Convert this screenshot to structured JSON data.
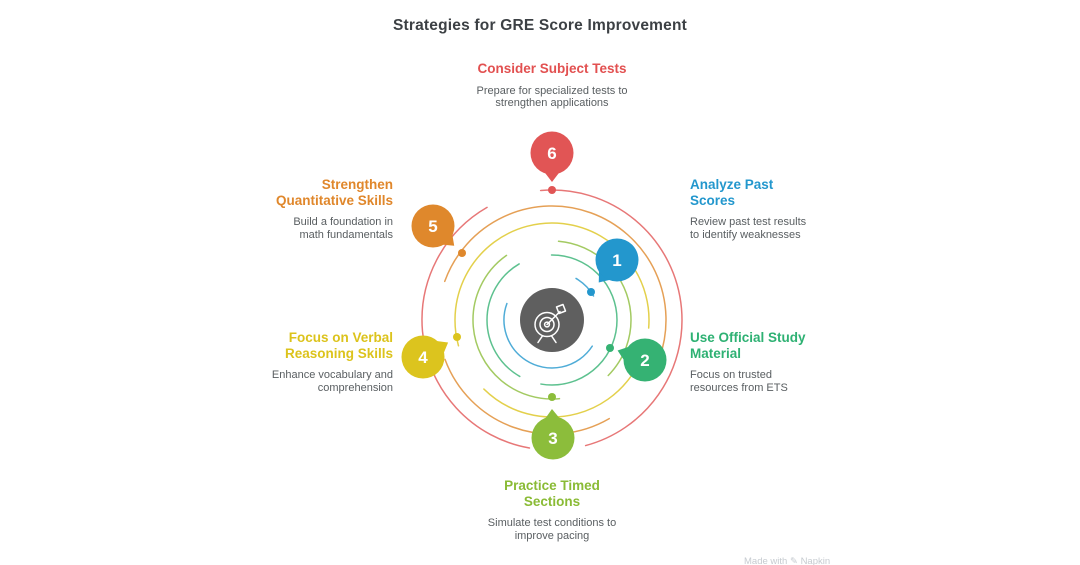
{
  "title": "Strategies for GRE Score Improvement",
  "palette": {
    "blue": "#2397cd",
    "green": "#35b273",
    "lime": "#8cbd3b",
    "yellow": "#dcc41e",
    "orange": "#df882c",
    "red": "#e15555",
    "center_gray": "#5f5f5f",
    "title_text": "#3c4044",
    "body_text": "#595e61",
    "watermark_text": "#c6cbd0"
  },
  "center": {
    "icon": "target-icon"
  },
  "items": [
    {
      "number": "1",
      "color": "#2397cd",
      "title_lines": [
        "Analyze Past",
        "Scores"
      ],
      "desc_lines": [
        "Review past test results",
        "to identify weaknesses"
      ]
    },
    {
      "number": "2",
      "color": "#35b273",
      "title_lines": [
        "Use Official Study",
        "Material"
      ],
      "desc_lines": [
        "Focus on trusted",
        "resources from ETS"
      ]
    },
    {
      "number": "3",
      "color": "#8cbd3b",
      "title_lines": [
        "Practice Timed",
        "Sections"
      ],
      "desc_lines": [
        "Simulate test conditions to",
        "improve pacing"
      ]
    },
    {
      "number": "4",
      "color": "#dcc41e",
      "title_lines": [
        "Focus on Verbal",
        "Reasoning Skills"
      ],
      "desc_lines": [
        "Enhance vocabulary and",
        "comprehension"
      ]
    },
    {
      "number": "5",
      "color": "#df882c",
      "title_lines": [
        "Strengthen",
        "Quantitative Skills"
      ],
      "desc_lines": [
        "Build a foundation in",
        "math fundamentals"
      ]
    },
    {
      "number": "6",
      "color": "#e15555",
      "title_lines": [
        "Consider Subject Tests"
      ],
      "desc_lines": [
        "Prepare for specialized tests to",
        "strengthen applications"
      ]
    }
  ],
  "watermark": {
    "prefix": "Made with",
    "icon": "pen-icon",
    "brand": "Napkin"
  }
}
